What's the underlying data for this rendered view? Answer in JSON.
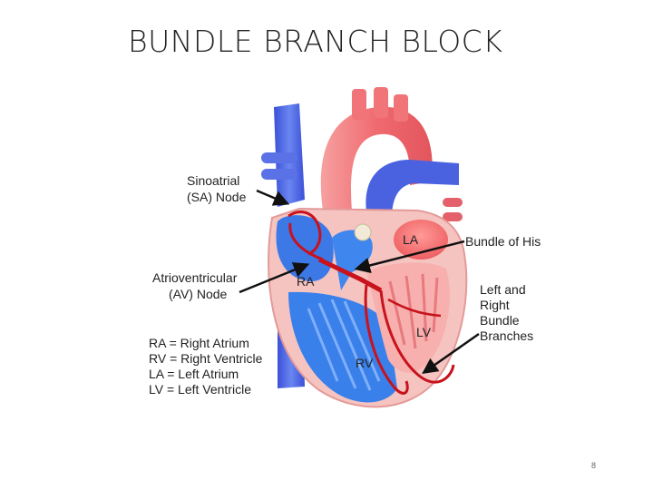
{
  "slide": {
    "title": "BUNDLE BRANCH BLOCK",
    "page_number": "8"
  },
  "diagram": {
    "labels": {
      "sa_node": [
        "Sinoatrial",
        "(SA) Node"
      ],
      "av_node": [
        "Atrioventricular",
        "(AV) Node"
      ],
      "bundle_his": "Bundle of His",
      "bundle_branches": [
        "Left and",
        "Right",
        "Bundle",
        "Branches"
      ],
      "chamber_la": "LA",
      "chamber_ra": "RA",
      "chamber_lv": "LV",
      "chamber_rv": "RV"
    },
    "legend": [
      "RA = Right Atrium",
      "RV = Right Ventricle",
      "LA = Left Atrium",
      "LV = Left Ventricle"
    ],
    "colors": {
      "aorta": "#f0787a",
      "vena_cava": "#4a62e0",
      "right_side": "#3f7fe8",
      "left_side": "#f4b6b2",
      "conduction_path": "#c8121c",
      "arrows": "#111111"
    }
  }
}
